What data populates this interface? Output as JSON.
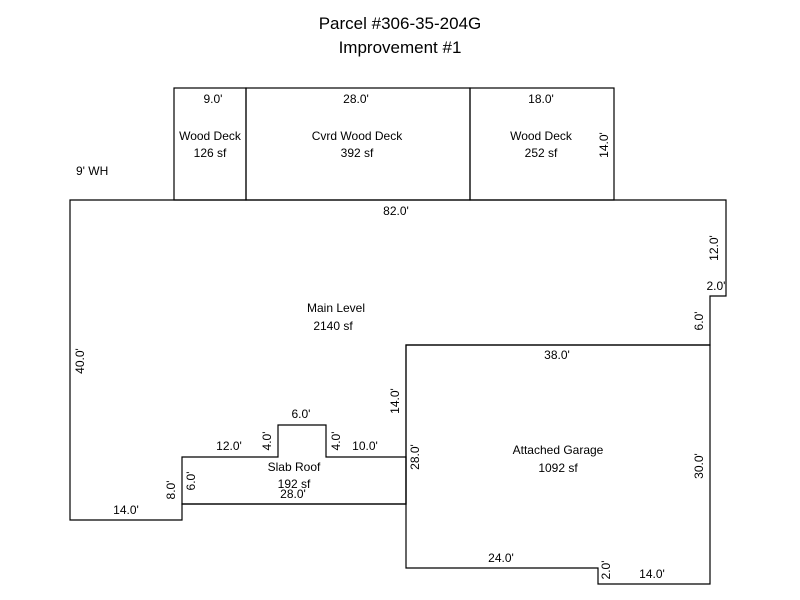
{
  "title": "Parcel #306-35-204G",
  "subtitle": "Improvement #1",
  "note": "9' WH",
  "areas": [
    {
      "name": "Wood Deck",
      "area": "126 sf"
    },
    {
      "name": "Cvrd Wood Deck",
      "area": "392 sf"
    },
    {
      "name": "Wood Deck",
      "area": "252 sf"
    },
    {
      "name": "Main Level",
      "area": "2140 sf"
    },
    {
      "name": "Slab Roof",
      "area": "192 sf"
    },
    {
      "name": "Attached Garage",
      "area": "1092 sf"
    }
  ],
  "dims": {
    "deck1_w": "9.0'",
    "deck2_w": "28.0'",
    "deck3_w": "18.0'",
    "deck3_h": "14.0'",
    "main_top": "82.0'",
    "main_right_upper": "12.0'",
    "main_step": "2.0'",
    "main_right_lower": "6.0'",
    "main_left": "40.0'",
    "main_bottom": "14.0'",
    "main_left_step": "8.0'",
    "main_inner": "14.0'",
    "garage_top": "38.0'",
    "garage_left": "28.0'",
    "garage_right": "30.0'",
    "garage_bottom_left": "24.0'",
    "garage_notch": "2.0'",
    "garage_bottom_right": "14.0'",
    "slab_top_left": "12.0'",
    "slab_bump_l": "4.0'",
    "slab_bump_top": "6.0'",
    "slab_bump_r": "4.0'",
    "slab_top_right": "10.0'",
    "slab_left": "6.0'",
    "slab_bottom": "28.0'"
  }
}
